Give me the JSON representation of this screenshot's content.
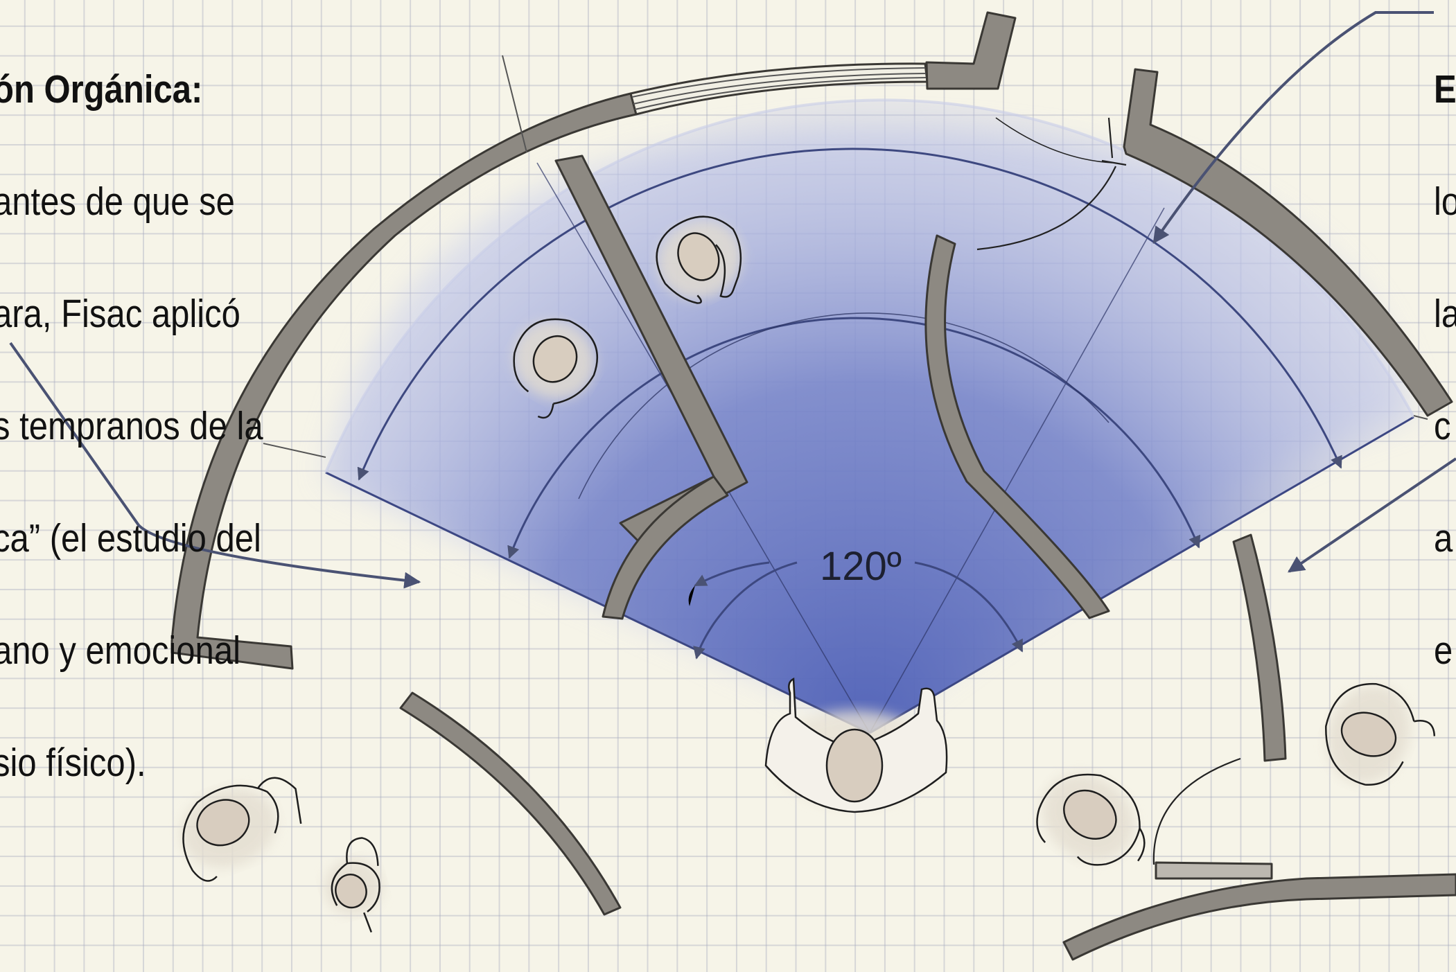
{
  "annotation_left": {
    "heading": "ón Orgánica:",
    "lines": [
      "antes de que se",
      "ara, Fisac aplicó",
      "s tempranos de la",
      "ca” (el estudio del",
      "ano y emocional",
      "sio físico)."
    ]
  },
  "annotation_right": {
    "heading": "E",
    "lines": [
      "lo",
      "la",
      "c",
      "a",
      "e"
    ]
  },
  "angle_label": "120º",
  "colors": {
    "paper": "#f6f4e8",
    "grid": "#b4b8c8",
    "fan_blue": "#5a6cbd",
    "wall_gray": "#8d8982",
    "arrow": "#4a5273",
    "skin": "#d9cfc4"
  }
}
